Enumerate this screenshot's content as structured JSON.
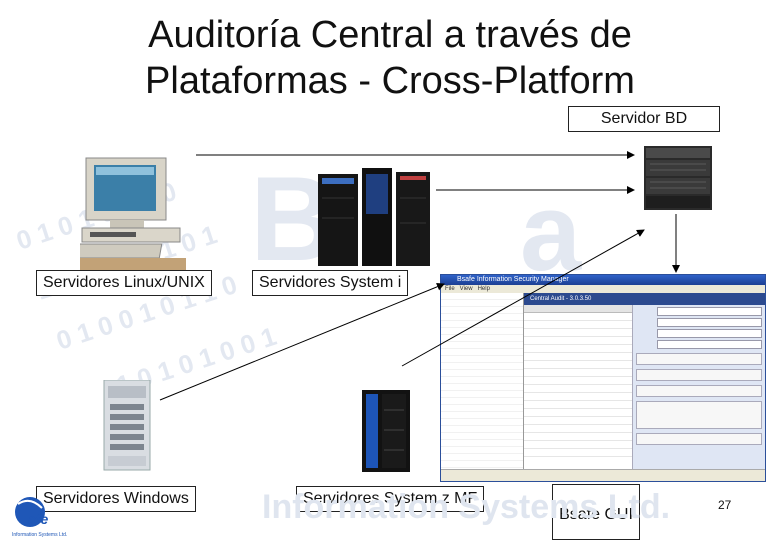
{
  "title_line1": "Auditoría Central a través de",
  "title_line2": "Plataformas - Cross-Platform",
  "nodes": {
    "servidor_bd": "Servidor BD",
    "linux_unix": "Servidores Linux/UNIX",
    "system_i": "Servidores System i",
    "windows": "Servidores Windows",
    "system_z": "Servidores System z MF",
    "bsafe_gui": "Bsafe GUI"
  },
  "page_number": "27",
  "gui_window": {
    "title": "Bsafe Information Security Manager",
    "subtitle": "Central Audit - 3.0.3.50"
  },
  "logo": {
    "name": "Bsafe",
    "tagline": "Information Systems Ltd."
  },
  "watermark_text": "Information Systems Ltd.",
  "colors": {
    "arrow": "#000000",
    "background": "#ffffff",
    "watermark": "#dfe5ef",
    "window_title_bar": "#1c3f93"
  }
}
